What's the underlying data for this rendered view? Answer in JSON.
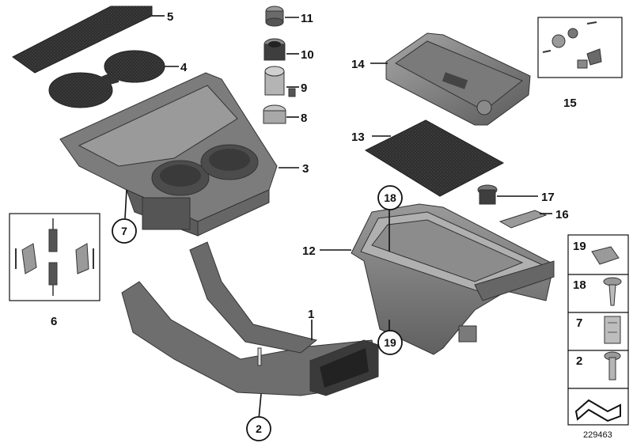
{
  "diagram": {
    "callouts": [
      {
        "id": "c5",
        "text": "5"
      },
      {
        "id": "c4",
        "text": "4"
      },
      {
        "id": "c11",
        "text": "11"
      },
      {
        "id": "c10",
        "text": "10"
      },
      {
        "id": "c9",
        "text": "9"
      },
      {
        "id": "c8",
        "text": "8"
      },
      {
        "id": "c3",
        "text": "3"
      },
      {
        "id": "c14",
        "text": "14"
      },
      {
        "id": "c15",
        "text": "15"
      },
      {
        "id": "c13",
        "text": "13"
      },
      {
        "id": "c17",
        "text": "17"
      },
      {
        "id": "c16",
        "text": "16"
      },
      {
        "id": "c12",
        "text": "12"
      },
      {
        "id": "c1",
        "text": "1"
      },
      {
        "id": "c6",
        "text": "6"
      }
    ],
    "circled_callouts": [
      {
        "id": "cc7",
        "text": "7"
      },
      {
        "id": "cc18",
        "text": "18"
      },
      {
        "id": "cc19",
        "text": "19"
      },
      {
        "id": "cc2",
        "text": "2"
      }
    ],
    "legend": [
      {
        "id": "l19",
        "text": "19"
      },
      {
        "id": "l18",
        "text": "18"
      },
      {
        "id": "l7",
        "text": "7"
      },
      {
        "id": "l2",
        "text": "2"
      }
    ],
    "reference_number": "229463",
    "colors": {
      "part_dark": "#5e5e5e",
      "part_mid": "#8a8a8a",
      "part_light": "#b4b4b4",
      "mat": "#2e2e2e",
      "line": "#111111"
    }
  }
}
